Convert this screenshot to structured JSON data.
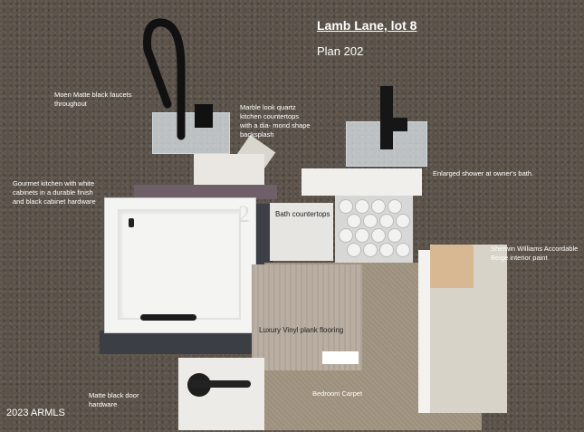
{
  "header": {
    "title": "Lamb Lane, lot 8",
    "plan": "Plan 202"
  },
  "labels": {
    "faucets": "Moen Matte black faucets throughout",
    "quartz": "Marble look quartz kitchen countertops with a dia- mond shape backsplash",
    "shower": "Enlarged shower at owner's bath.",
    "kitchen": "Gourmet kitchen with white cabinets in a durable finish and black cabinet hardware",
    "bath_countertops": "Bath countertops",
    "paint": "Sherwin Williams Accordable Beige interior paint",
    "lvp": "Luxury Vinyl plank flooring",
    "hardware": "Matte black door hardware",
    "carpet": "Bedroom Carpet"
  },
  "cabinet_number": "2",
  "watermark": "2023 ARMLS",
  "colors": {
    "carpet": "#5b534a",
    "label_text": "#ffffff",
    "matte_black": "#1d1d1f"
  }
}
